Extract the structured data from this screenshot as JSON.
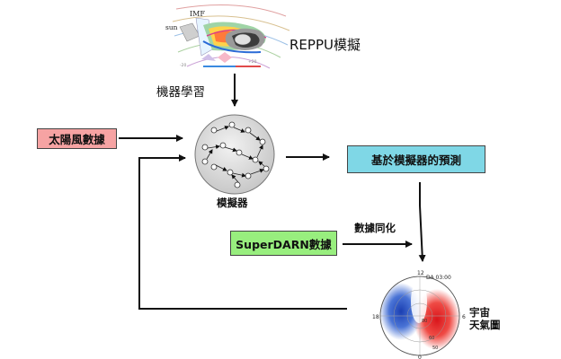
{
  "nodes": {
    "reppu_label": "REPPU模擬",
    "ml_label": "機器學習",
    "solar_wind": "太陽風數據",
    "simulator_label": "模擬器",
    "prediction": "基於模擬器的預測",
    "superdarn": "SuperDARN數據",
    "assimilation_label": "數據同化",
    "space_weather": "宇宙\n天氣圖"
  },
  "reppu_image": {
    "imf_label": "IMF",
    "sun_label": "sun"
  },
  "polar_map": {
    "time_label": "DA 03:00",
    "mlt_top": "12",
    "mlt_right": "6",
    "mlt_left": "18",
    "mlt_bottom": "0",
    "lat_inner": "80",
    "lat_mid": "60",
    "lat_outer": "50"
  },
  "colors": {
    "solar_wind_fill": "#f6a3a3",
    "prediction_fill": "#7fd7e6",
    "superdarn_fill": "#98ee7e",
    "arrow": "#111111",
    "positive": "#e8332b",
    "negative": "#2f5cc4"
  }
}
